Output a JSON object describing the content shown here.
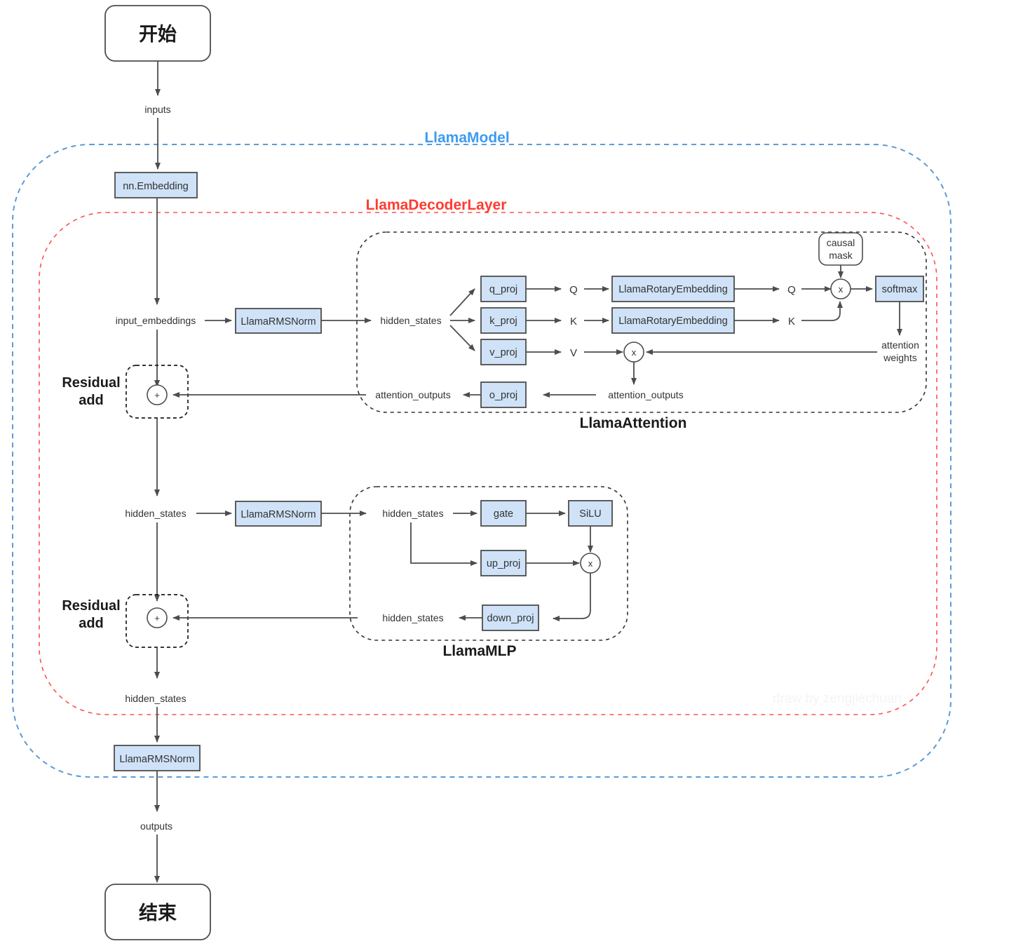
{
  "diagram": {
    "title_watermark": "draw by zengjiechuan",
    "colors": {
      "box_fill": "#cfe2f7",
      "box_stroke": "#4d4d4d",
      "arrow": "#4d4d4d",
      "text": "#333333",
      "model_container": "#5b9bd5",
      "decoder_container": "#ff5050",
      "inner_container": "#333333",
      "watermark": "#f2f2f2"
    },
    "containers": {
      "model": {
        "label": "LlamaModel"
      },
      "decoder": {
        "label": "LlamaDecoderLayer"
      },
      "attention": {
        "label": "LlamaAttention"
      },
      "mlp": {
        "label": "LlamaMLP"
      }
    },
    "terminals": {
      "start": "开始",
      "end": "结束"
    },
    "edge_labels": {
      "inputs": "inputs",
      "outputs": "outputs",
      "input_embeddings": "input_embeddings",
      "hidden_states": "hidden_states",
      "attention_outputs": "attention_outputs",
      "attention_weights_line1": "attention",
      "attention_weights_line2": "weights",
      "q": "Q",
      "k": "K",
      "v": "V"
    },
    "left_column": {
      "embedding": "nn.Embedding",
      "rmsnorm_1": "LlamaRMSNorm",
      "rmsnorm_2": "LlamaRMSNorm",
      "rmsnorm_final": "LlamaRMSNorm",
      "residual_label_line1": "Residual",
      "residual_label_line2": "add",
      "plus_glyph": "+",
      "hidden_states_mid": "hidden_states",
      "hidden_states_bottom": "hidden_states"
    },
    "attention_block": {
      "hidden_states": "hidden_states",
      "q_proj": "q_proj",
      "k_proj": "k_proj",
      "v_proj": "v_proj",
      "o_proj": "o_proj",
      "rotary_q": "LlamaRotaryEmbedding",
      "rotary_k": "LlamaRotaryEmbedding",
      "causal_mask_line1": "causal",
      "causal_mask_line2": "mask",
      "softmax": "softmax",
      "mul_glyph": "x",
      "q_out": "Q",
      "k_out": "K",
      "v_out": "V",
      "attention_outputs_inner": "attention_outputs",
      "attention_outputs_outer": "attention_outputs"
    },
    "mlp_block": {
      "hidden_states_in": "hidden_states",
      "gate": "gate",
      "silu": "SiLU",
      "up_proj": "up_proj",
      "down_proj": "down_proj",
      "hidden_states_out": "hidden_states",
      "mul_glyph": "x"
    }
  }
}
